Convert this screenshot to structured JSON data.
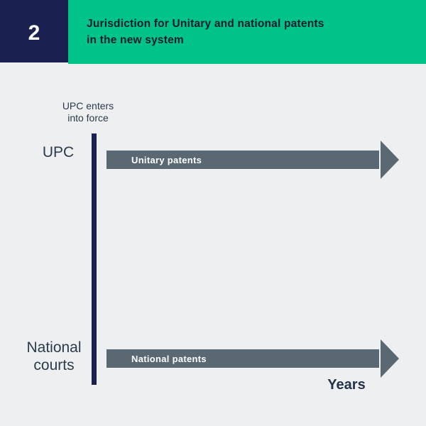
{
  "header": {
    "number": "2",
    "title_line1": "Jurisdiction for Unitary and national patents",
    "title_line2": "in the new system"
  },
  "diagram": {
    "annotation": {
      "line1": "UPC enters",
      "line2": "into force"
    },
    "row_upc": {
      "label": "UPC",
      "arrow_label": "Unitary patents"
    },
    "row_national": {
      "label_line1": "National",
      "label_line2": "courts",
      "arrow_label": "National patents"
    },
    "x_axis_label": "Years"
  },
  "colors": {
    "header_green": "#00c389",
    "navy": "#1a2151",
    "background_gray": "#edeff0",
    "arrow_gray": "#5a6874",
    "label_slate": "#2c3b4c",
    "title_dark": "#0e1c2e",
    "white": "#ffffff"
  }
}
